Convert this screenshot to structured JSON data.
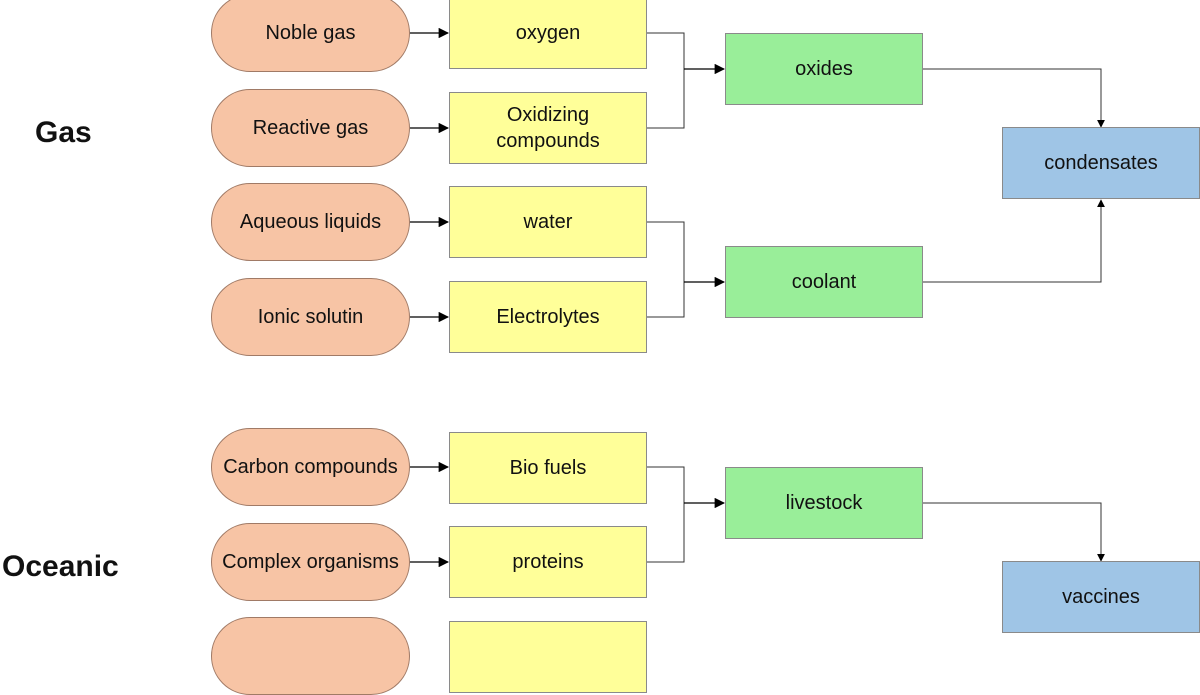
{
  "sections": [
    {
      "label": "Gas"
    },
    {
      "label": "Oceanic"
    }
  ],
  "sources": [
    {
      "label": "Noble gas"
    },
    {
      "label": "Reactive gas"
    },
    {
      "label": "Aqueous liquids"
    },
    {
      "label": "Ionic solutin"
    },
    {
      "label": "Carbon compounds"
    },
    {
      "label": "Complex organisms"
    },
    {
      "label": ""
    }
  ],
  "intermediates": [
    {
      "label": "oxygen"
    },
    {
      "label": "Oxidizing compounds"
    },
    {
      "label": "water"
    },
    {
      "label": "Electrolytes"
    },
    {
      "label": "Bio fuels"
    },
    {
      "label": "proteins"
    },
    {
      "label": ""
    }
  ],
  "merges": [
    {
      "label": "oxides"
    },
    {
      "label": "coolant"
    },
    {
      "label": "livestock"
    }
  ],
  "targets": [
    {
      "label": "condensates"
    },
    {
      "label": "vaccines"
    }
  ]
}
